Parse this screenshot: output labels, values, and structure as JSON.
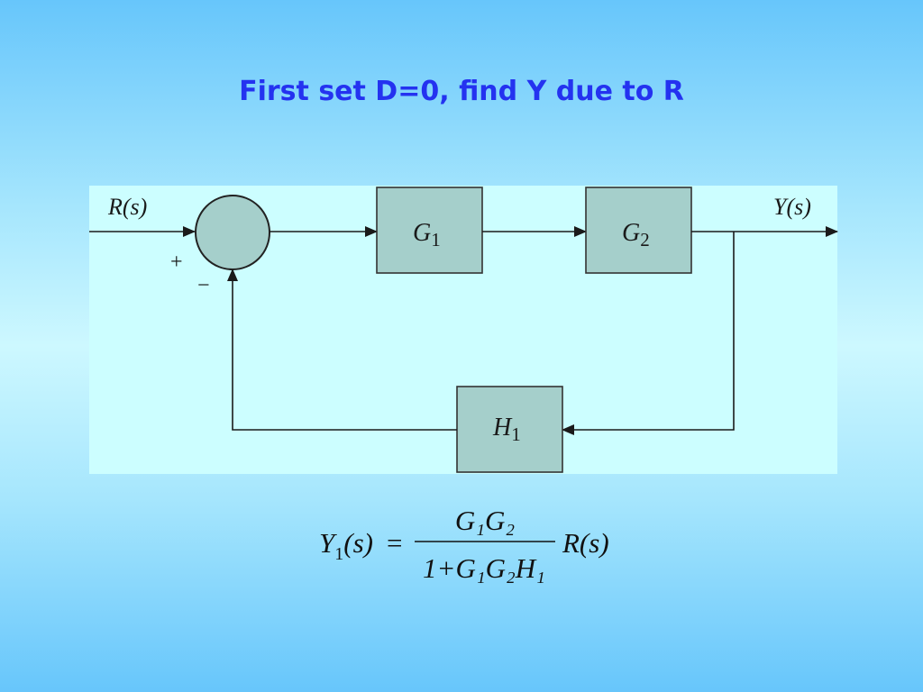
{
  "title": "First set D=0, find Y due to R",
  "diagram": {
    "input_signal": "R(s)",
    "output_signal": "Y(s)",
    "summing_junction": {
      "plus_sign": "+",
      "minus_sign": "−"
    },
    "blocks": {
      "g1": {
        "symbol": "G",
        "subscript": "1"
      },
      "g2": {
        "symbol": "G",
        "subscript": "2"
      },
      "h1": {
        "symbol": "H",
        "subscript": "1"
      }
    }
  },
  "formula": {
    "lhs_symbol": "Y",
    "lhs_subscript": "1",
    "lhs_arg": "(s)",
    "equals": "=",
    "numerator": "G₁G₂",
    "denominator": "1+G₁G₂H₁",
    "rhs": "R(s)"
  },
  "colors": {
    "title": "#2432f0",
    "panel": "#ccfeff",
    "block_fill": "#a5cfcb",
    "summing_fill": "#a5cfcb",
    "line": "#1a1a1a"
  }
}
